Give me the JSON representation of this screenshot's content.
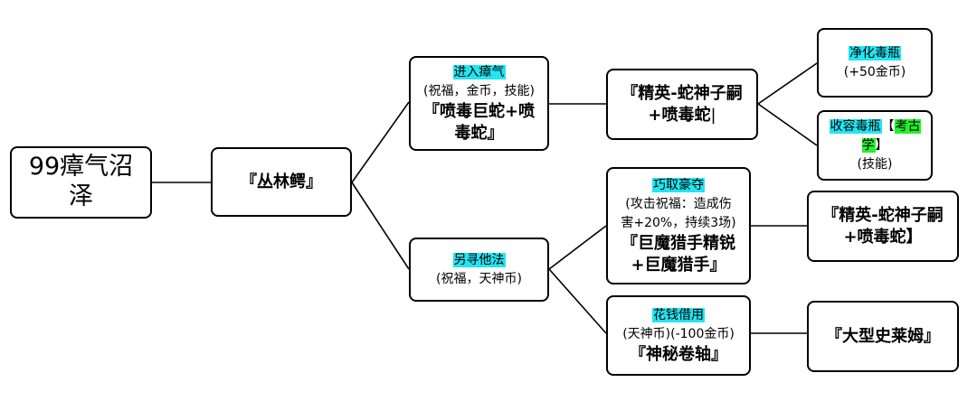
{
  "root": {
    "label_line1": "99瘴气沼",
    "label_line2": "泽"
  },
  "level1": {
    "label": "『丛林鳄』"
  },
  "branch_enter": {
    "option": "进入瘴气",
    "rewards": "(祝福，金币，技能)",
    "enemy_line1": "『喷毒巨蛇+喷",
    "enemy_line2": "毒蛇』"
  },
  "enter_next": {
    "line1": "『精英-蛇神子嗣",
    "line2": "+喷毒蛇",
    "line2_tail": "|"
  },
  "purify": {
    "option": "净化毒瓶",
    "reward": "(+50金币)"
  },
  "collect": {
    "option": "收容毒瓶",
    "bracket_open": "【",
    "tag": "考古学",
    "bracket_close": "】",
    "reward": "(技能)"
  },
  "branch_other": {
    "option": "另寻他法",
    "rewards": "(祝福，天神币)"
  },
  "steal": {
    "option": "巧取豪夺",
    "desc_line1": "(攻击祝福：造成伤",
    "desc_line2": "害+20%，持续3场)",
    "enemy_line1": "『巨魔猎手精锐",
    "enemy_line2": "+巨魔猎手』"
  },
  "steal_next": {
    "line1": "『精英-蛇神子嗣",
    "line2": "+喷毒蛇】"
  },
  "borrow": {
    "option": "花钱借用",
    "cost": "(天神币)(-100金币)",
    "enemy": "『神秘卷轴』"
  },
  "borrow_next": {
    "label": "『大型史莱姆』"
  },
  "colors": {
    "highlight_cyan": "#22e5f2",
    "highlight_green": "#22f22b",
    "line": "#000000"
  }
}
